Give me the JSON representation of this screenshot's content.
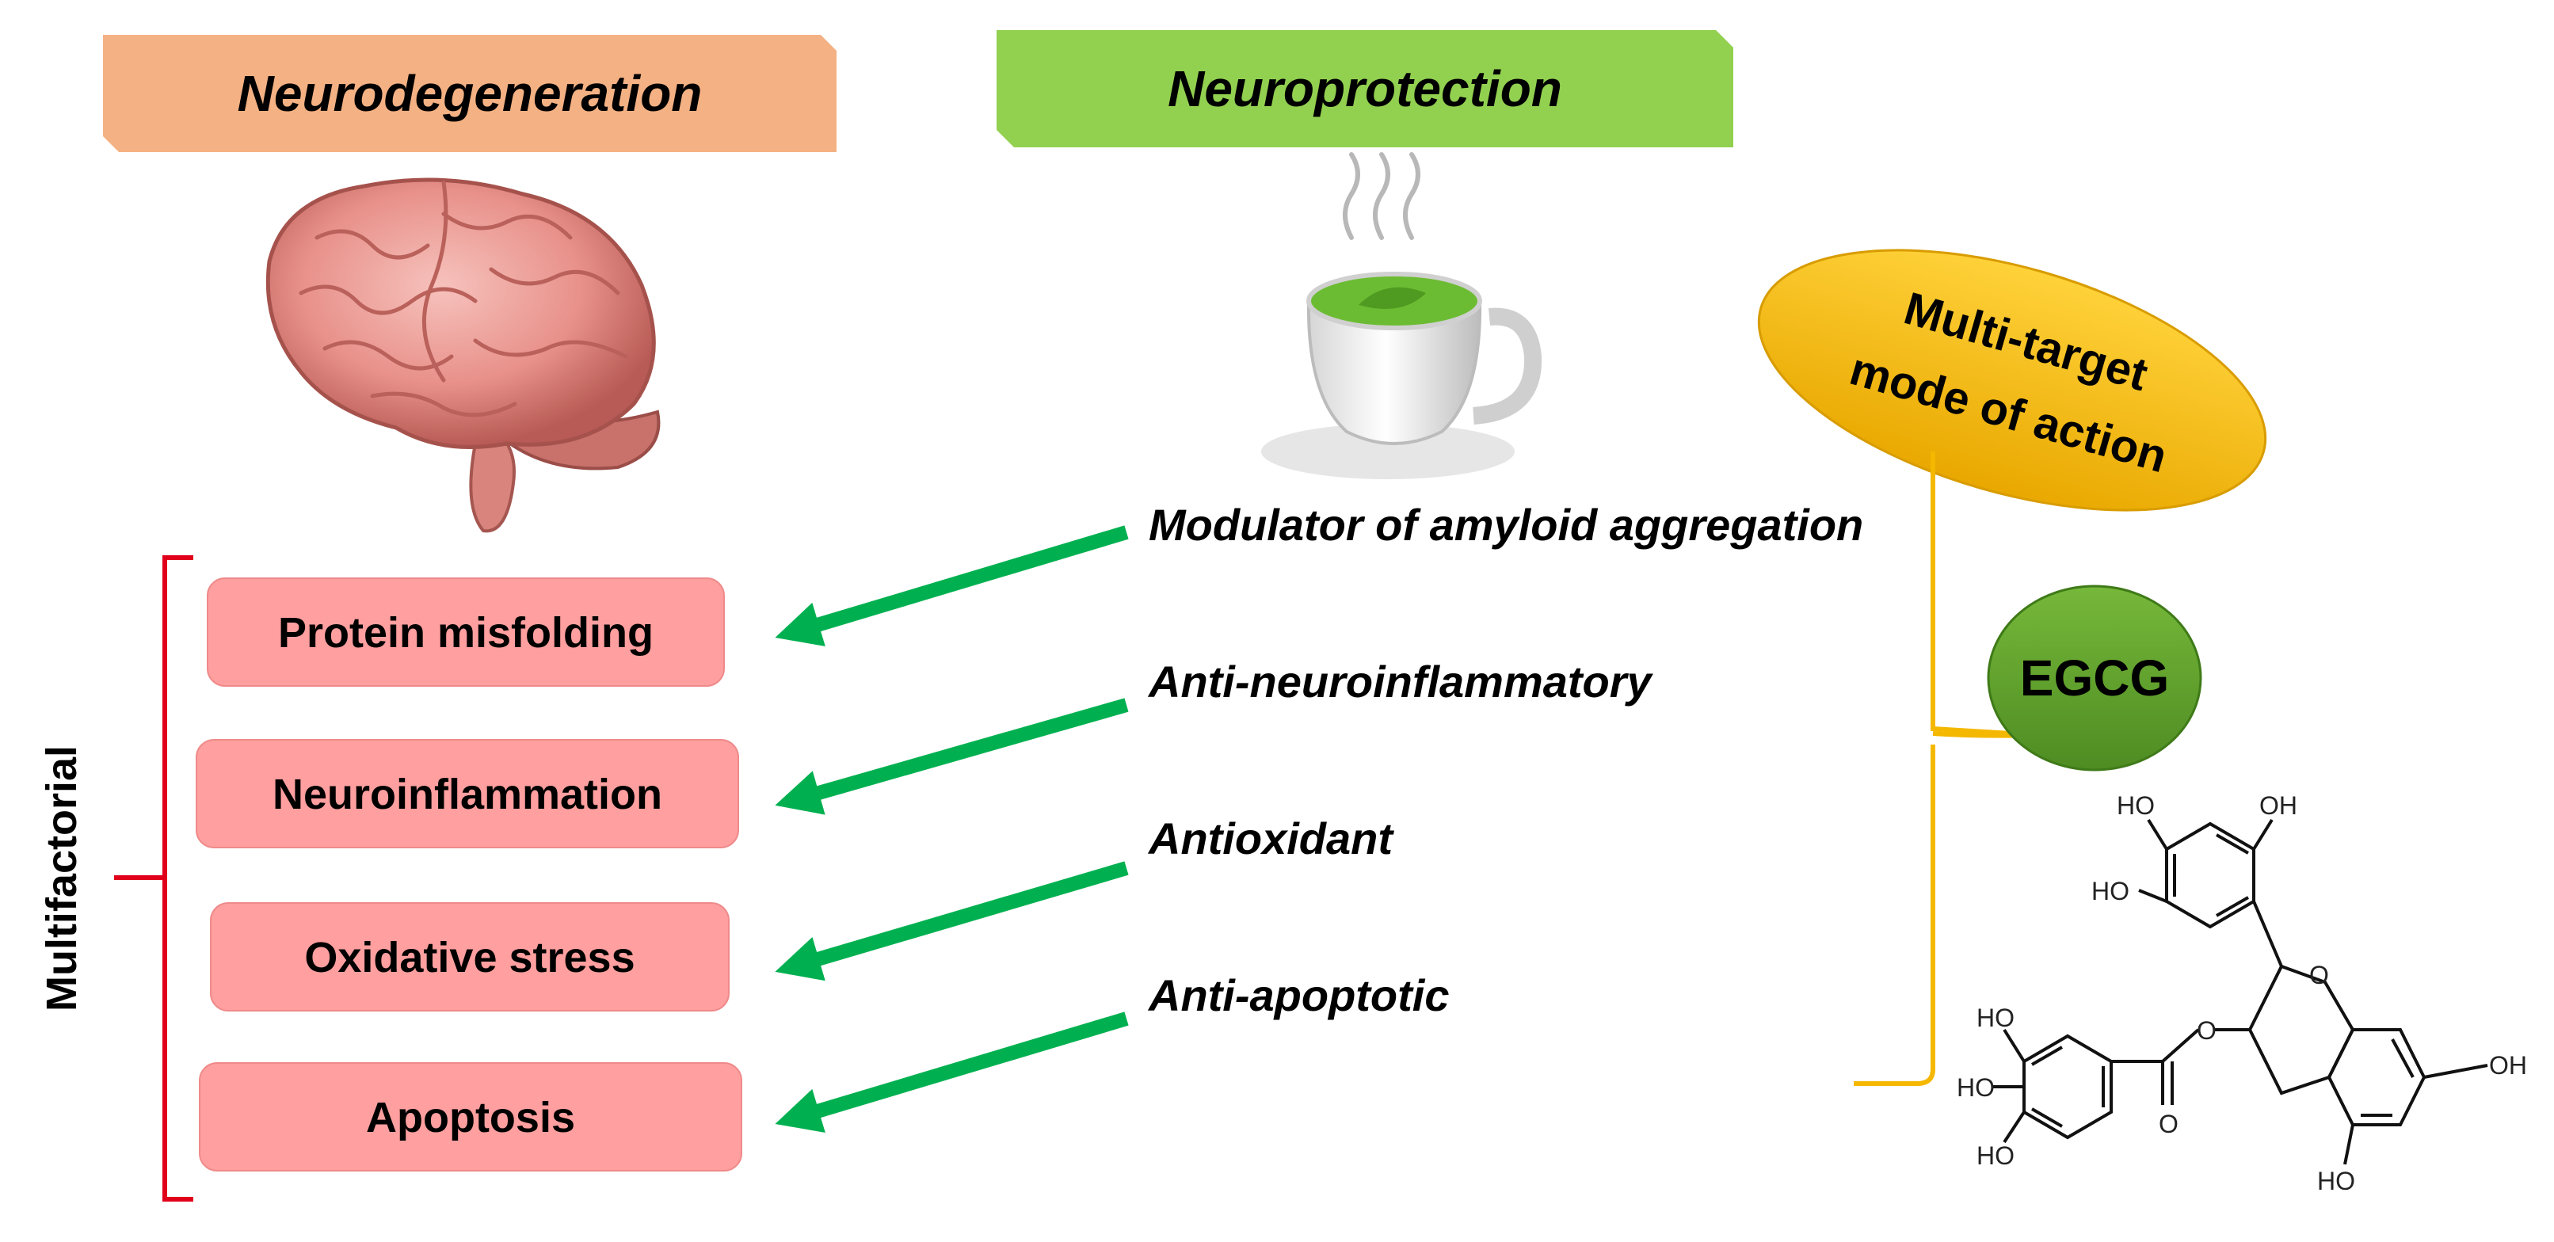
{
  "headers": {
    "left": "Neurodegeneration",
    "right": "Neuroprotection"
  },
  "colors": {
    "left_header": "#f4b183",
    "right_header": "#92d050",
    "factor_box": "#ff9f9f",
    "arrow": "#00b050",
    "bracket_red": "#e0001a",
    "ellipse_gold": "#f2b800",
    "ellipse_green": "#5e9f2a",
    "bracket_gold": "#f5b800"
  },
  "side_label": "Multifactorial",
  "factors": [
    "Protein misfolding",
    "Neuroinflammation",
    "Oxidative stress",
    "Apoptosis"
  ],
  "mechanisms": [
    "Modulator of amyloid aggregation",
    "Anti-neuroinflammatory",
    "Antioxidant",
    "Anti-apoptotic"
  ],
  "ellipse_top": {
    "line1": "Multi-target",
    "line2": "mode of action"
  },
  "ellipse_mid": "EGCG",
  "molecule_labels": {
    "oh_top_left": "HO",
    "oh_top_right": "OH",
    "oh_mid_left": "HO",
    "ring_o": "O",
    "ester_o": "O",
    "carbonyl_o": "O",
    "oh_gallate_top": "HO",
    "oh_gallate_mid": "HO",
    "oh_gallate_bottom": "HO",
    "oh_right": "OH",
    "oh_bottom": "HO"
  },
  "icons": [
    "brain-icon",
    "tea-cup-icon",
    "egcg-molecule-icon"
  ]
}
